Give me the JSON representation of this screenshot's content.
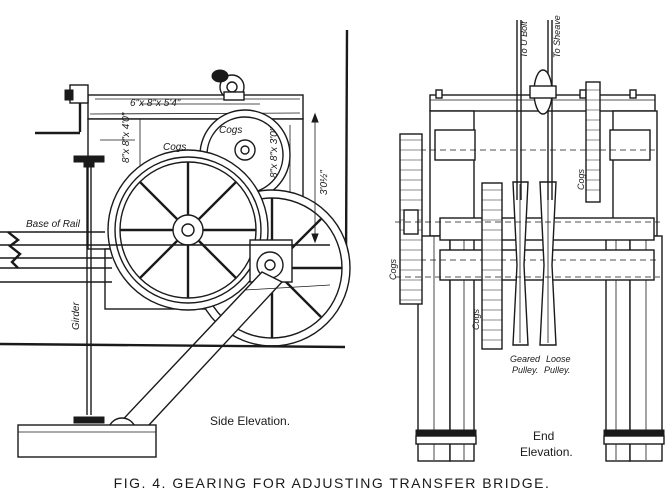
{
  "caption": "FIG. 4.  GEARING FOR ADJUSTING TRANSFER BRIDGE.",
  "side_elevation": {
    "view_label": "Side Elevation.",
    "timber_top": "6\"x 8\"x 5'4\"",
    "timber_left": "8\"x 8\"x 4'0\"",
    "timber_right": "8\"x 8\"x 3'0\"",
    "cogs_1": "Cogs",
    "cogs_2": "Cogs",
    "dimension": "3'0½\"",
    "base_of_rail": "Base of Rail",
    "girder": "Girder"
  },
  "end_elevation": {
    "view_label_line1": "End",
    "view_label_line2": "Elevation.",
    "to_u_bolt": "To U Bolt",
    "to_sheave": "To Sheave",
    "cogs_right": "Cogs",
    "cogs_left": "Cogs",
    "cogs_mid": "Cogs",
    "geared_pulley_line1": "Geared",
    "geared_pulley_line2": "Pulley.",
    "loose_pulley_line1": "Loose",
    "loose_pulley_line2": "Pulley."
  },
  "icons": {
    "large_wheel": "spoked-flywheel",
    "rear_wheel": "spoked-wheel",
    "small_gear": "cog-gear"
  }
}
